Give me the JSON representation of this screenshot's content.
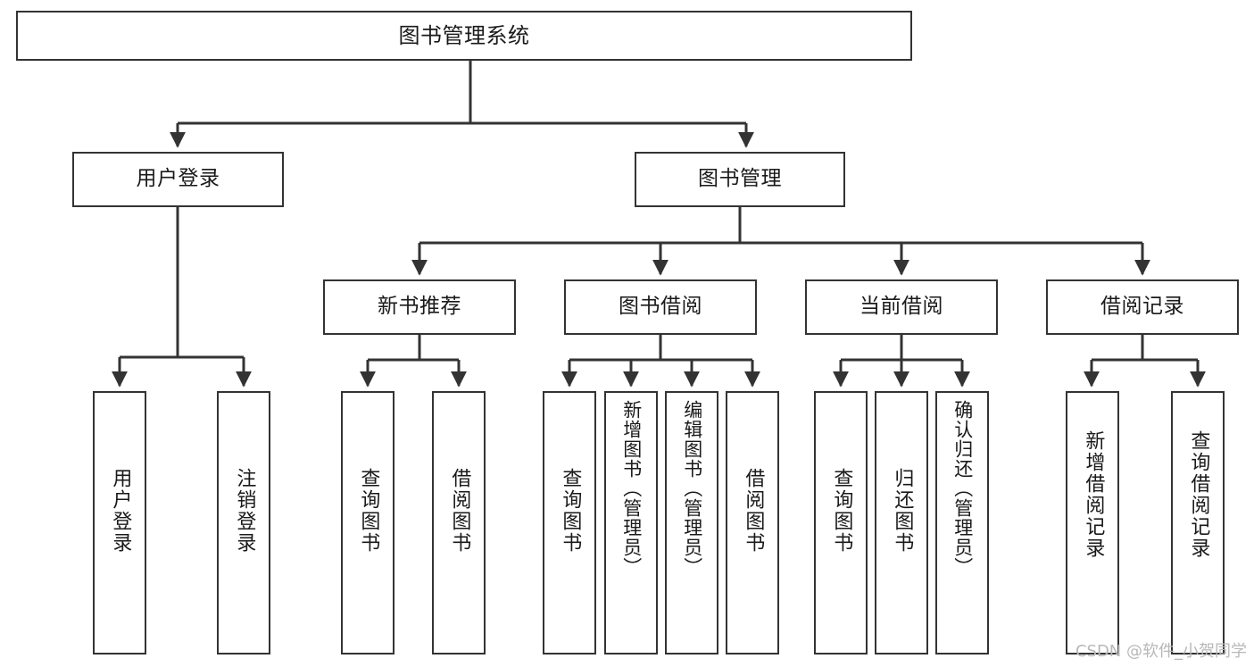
{
  "diagram": {
    "type": "tree-hierarchy",
    "root": {
      "id": "root",
      "label": "图书管理系统"
    },
    "level2": [
      {
        "id": "user-login",
        "label": "用户登录"
      },
      {
        "id": "book-management",
        "label": "图书管理"
      }
    ],
    "level3": [
      {
        "id": "new-book-recommend",
        "label": "新书推荐",
        "parent": "book-management"
      },
      {
        "id": "book-borrow",
        "label": "图书借阅",
        "parent": "book-management"
      },
      {
        "id": "current-borrow",
        "label": "当前借阅",
        "parent": "book-management"
      },
      {
        "id": "borrow-record",
        "label": "借阅记录",
        "parent": "book-management"
      }
    ],
    "leaves": [
      {
        "id": "leaf-user-login",
        "label": "用户登录",
        "parent": "user-login"
      },
      {
        "id": "leaf-logout",
        "label": "注销登录",
        "parent": "user-login"
      },
      {
        "id": "leaf-query-book-1",
        "label": "查询图书",
        "parent": "new-book-recommend"
      },
      {
        "id": "leaf-borrow-book-1",
        "label": "借阅图书",
        "parent": "new-book-recommend"
      },
      {
        "id": "leaf-query-book-2",
        "label": "查询图书",
        "parent": "book-borrow"
      },
      {
        "id": "leaf-add-book",
        "label": "新增图书（管理员）",
        "parent": "book-borrow"
      },
      {
        "id": "leaf-edit-book",
        "label": "编辑图书（管理员）",
        "parent": "book-borrow"
      },
      {
        "id": "leaf-borrow-book-2",
        "label": "借阅图书",
        "parent": "book-borrow"
      },
      {
        "id": "leaf-query-book-3",
        "label": "查询图书",
        "parent": "current-borrow"
      },
      {
        "id": "leaf-return-book",
        "label": "归还图书",
        "parent": "current-borrow"
      },
      {
        "id": "leaf-confirm-return",
        "label": "确认归还（管理员）",
        "parent": "current-borrow"
      },
      {
        "id": "leaf-add-record",
        "label": "新增借阅记录",
        "parent": "borrow-record"
      },
      {
        "id": "leaf-query-record",
        "label": "查询借阅记录",
        "parent": "borrow-record"
      }
    ]
  },
  "watermark": {
    "text": "CSDN @软件_小贺同学"
  },
  "colors": {
    "stroke": "#333333",
    "background": "#ffffff",
    "text": "#1a1a1a",
    "watermark": "#b8b8b8"
  }
}
